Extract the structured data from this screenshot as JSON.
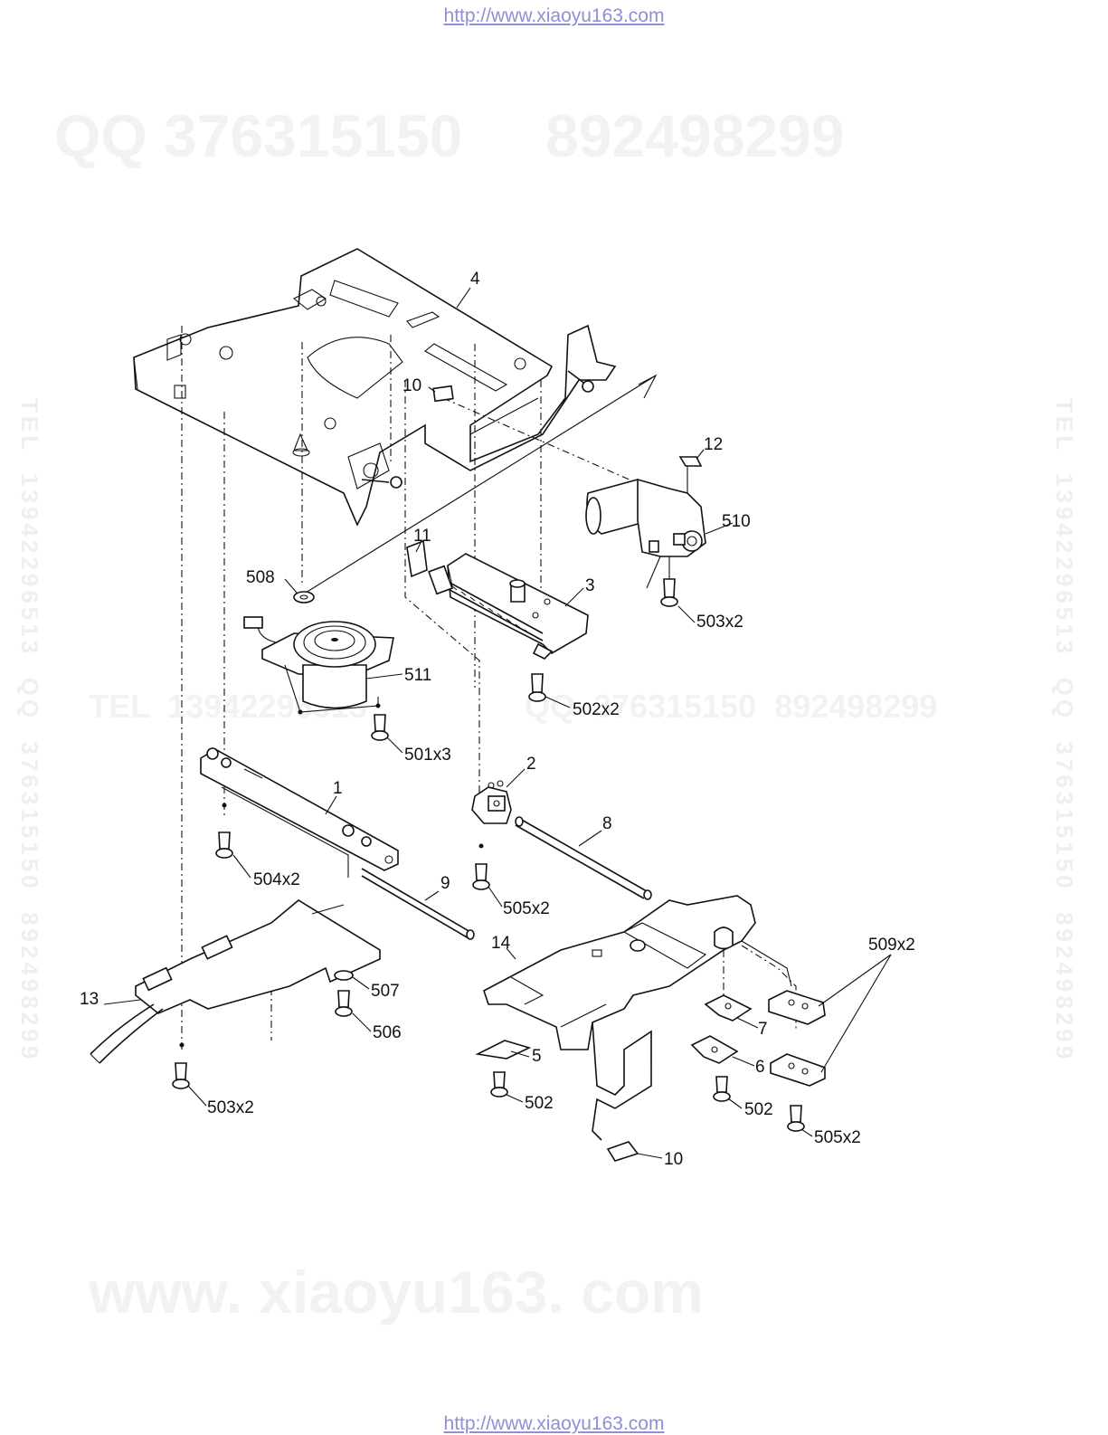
{
  "header": {
    "url": "http://www.xiaoyu163.com"
  },
  "footer": {
    "url": "http://www.xiaoyu163.com"
  },
  "watermarks": {
    "top": "QQ 376315150     892498299",
    "middle_left": "TEL  13942296513",
    "middle_right": "QQ  376315150  892498299",
    "bottom": "www. xiaoyu163. com",
    "side": "TEL  13942296513  QQ  376315150  892498299"
  },
  "labels": {
    "p4": "4",
    "p10a": "10",
    "p12": "12",
    "p510": "510",
    "p11": "11",
    "p3": "3",
    "p503a": "503x2",
    "p508": "508",
    "p511": "511",
    "p502a": "502x2",
    "p501": "501x3",
    "p1": "1",
    "p2": "2",
    "p8": "8",
    "p504": "504x2",
    "p9": "9",
    "p505a": "505x2",
    "p14": "14",
    "p509": "509x2",
    "p13": "13",
    "p507": "507",
    "p506": "506",
    "p7": "7",
    "p5": "5",
    "p6": "6",
    "p503b": "503x2",
    "p502b": "502",
    "p502c": "502",
    "p505b": "505x2",
    "p10b": "10"
  }
}
